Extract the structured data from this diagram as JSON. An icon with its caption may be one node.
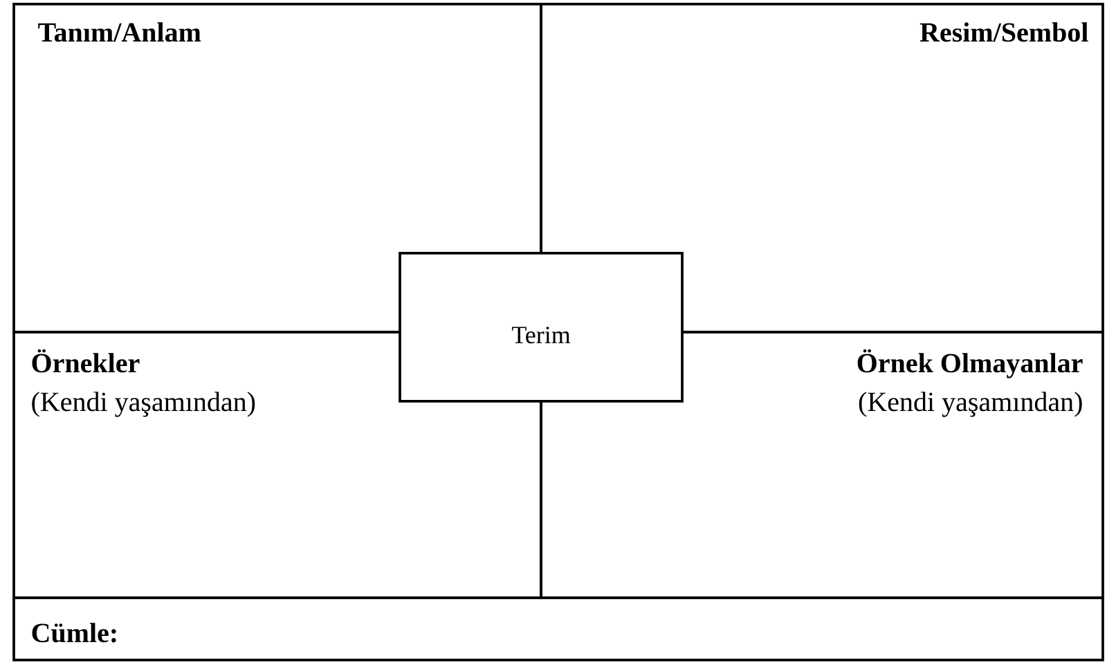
{
  "diagram": {
    "nodes": [
      {
        "text": [
          "Tanım/Anlam"
        ]
      },
      {
        "text": [
          "Resim/Sembol"
        ]
      },
      {
        "text": [
          "Örnekler",
          "(Kendi yaşamından)"
        ]
      },
      {
        "text": [
          "Örnek Olmayanlar",
          "(Kendi yaşamından)"
        ]
      },
      {
        "text": [
          "Terim"
        ]
      },
      {
        "text": [
          "Cümle:"
        ]
      }
    ]
  }
}
